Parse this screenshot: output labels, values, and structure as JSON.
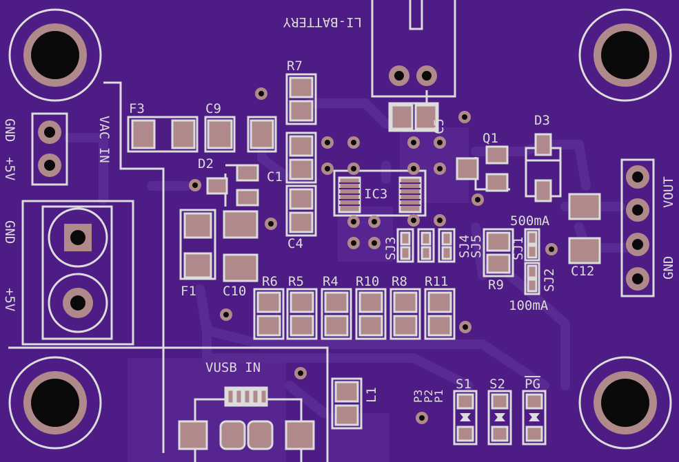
{
  "board": {
    "colors": {
      "soldermask": "#4d1c85",
      "trace": "#5a2a93",
      "pour": "#56258f",
      "silkscreen": "#dcdcdc",
      "pad": "#b08a8a",
      "hole": "#0a0a0a"
    },
    "labels": {
      "li_battery": "LI-BATTERY",
      "f3": "F3",
      "c9": "C9",
      "r7": "R7",
      "c5": "C5",
      "d3": "D3",
      "q1": "Q1",
      "d2": "D2",
      "c1": "C1",
      "ic3": "IC3",
      "c4": "C4",
      "gnd_left_top": "GND",
      "v5_left_top": "+5V",
      "vac_in": "VAC IN",
      "gnd_left_mid": "GND",
      "v5_left_mid": "+5V",
      "f1": "F1",
      "c10": "C10",
      "r6": "R6",
      "r5": "R5",
      "r4": "R4",
      "r10": "R10",
      "r8": "R8",
      "r11": "R11",
      "sj3": "SJ3",
      "sj4": "SJ4",
      "sj5": "SJ5",
      "sj1": "SJ1",
      "sj2": "SJ2",
      "r9": "R9",
      "c12": "C12",
      "ma500": "500mA",
      "ma100": "100mA",
      "vout": "VOUT",
      "gnd_right": "GND",
      "vusb_in": "VUSB IN",
      "l1": "L1",
      "p3": "P3",
      "p2": "P2",
      "p1": "P1",
      "s1": "S1",
      "s2": "S2",
      "pg": "PG"
    }
  }
}
